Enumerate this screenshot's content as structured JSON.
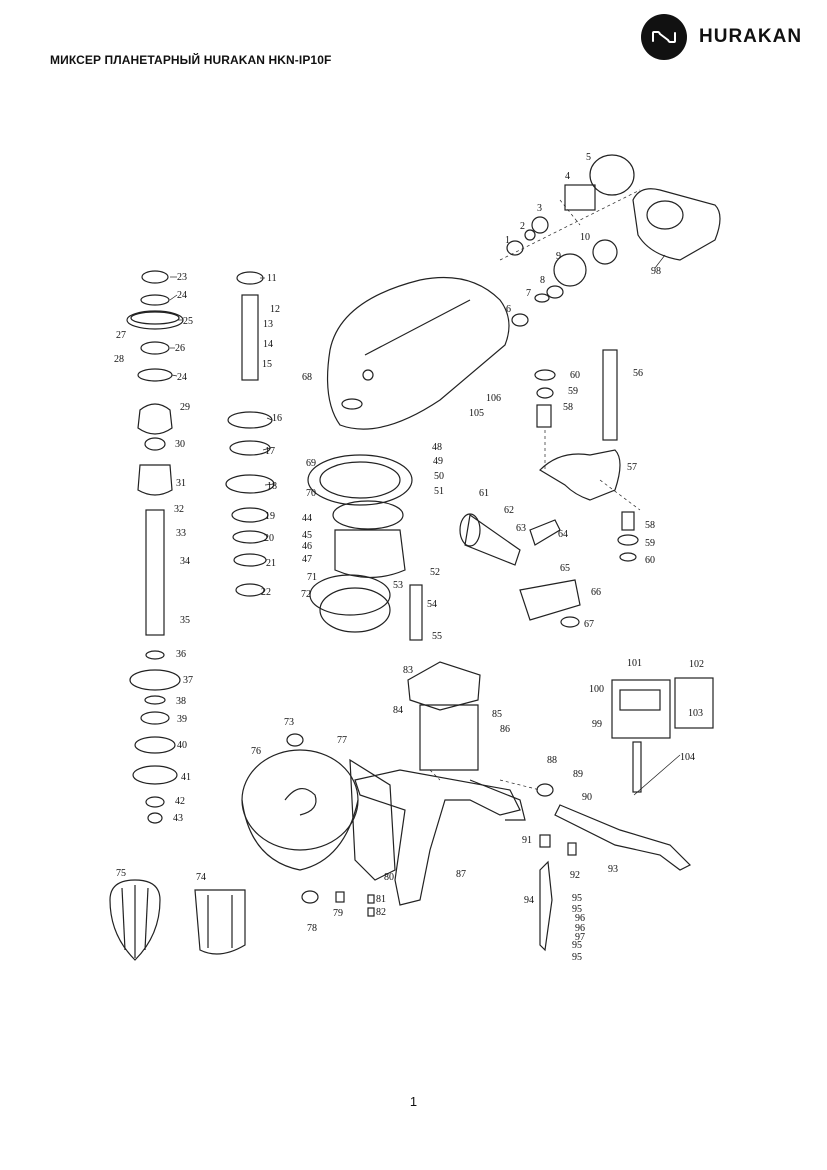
{
  "header": {
    "title": "МИКСЕР ПЛАНЕТАРНЫЙ HURAKAN HKN-IP10F",
    "brand": "HURAKAN",
    "logo_icon": "hurakan-wave-icon"
  },
  "diagram": {
    "part_numbers": [
      "1",
      "2",
      "3",
      "4",
      "5",
      "6",
      "7",
      "8",
      "9",
      "10",
      "11",
      "12",
      "13",
      "14",
      "15",
      "16",
      "17",
      "18",
      "19",
      "20",
      "21",
      "22",
      "23",
      "24",
      "24",
      "25",
      "26",
      "27",
      "28",
      "29",
      "30",
      "31",
      "32",
      "33",
      "34",
      "35",
      "36",
      "37",
      "38",
      "39",
      "40",
      "41",
      "42",
      "43",
      "44",
      "45",
      "46",
      "47",
      "48",
      "49",
      "50",
      "51",
      "52",
      "53",
      "54",
      "55",
      "56",
      "57",
      "58",
      "58",
      "59",
      "59",
      "60",
      "60",
      "61",
      "62",
      "63",
      "64",
      "65",
      "66",
      "67",
      "68",
      "69",
      "70",
      "71",
      "72",
      "73",
      "74",
      "75",
      "76",
      "77",
      "78",
      "79",
      "80",
      "81",
      "82",
      "83",
      "84",
      "85",
      "86",
      "87",
      "88",
      "89",
      "90",
      "91",
      "92",
      "93",
      "94",
      "95",
      "95",
      "95",
      "95",
      "96",
      "96",
      "97",
      "98",
      "99",
      "100",
      "101",
      "102",
      "103",
      "104",
      "105",
      "106"
    ]
  },
  "footer": {
    "page_number": "1"
  }
}
